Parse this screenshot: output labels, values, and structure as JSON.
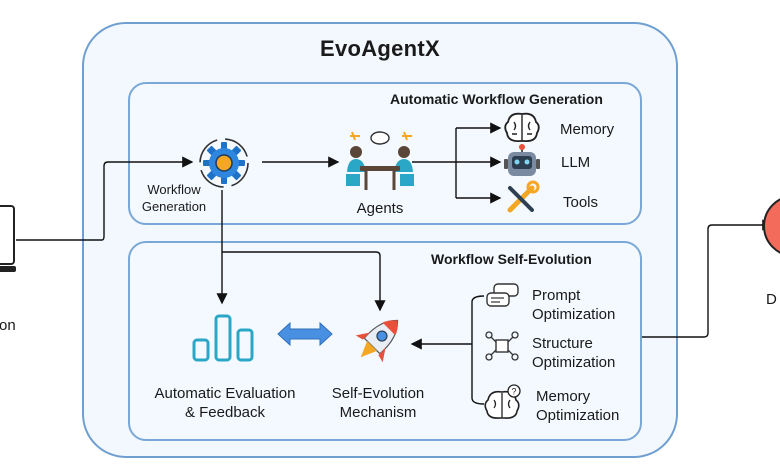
{
  "title": "EvoAgentX",
  "sections": {
    "generation": "Automatic Workflow Generation",
    "evolution": "Workflow Self-Evolution"
  },
  "left_partial": "on",
  "right_partial": "D",
  "nodes": {
    "workflow_generation": "Workflow Generation",
    "agents": "Agents",
    "memory": "Memory",
    "llm": "LLM",
    "tools": "Tools",
    "evaluation": "Automatic Evaluation & Feedback",
    "mechanism": "Self-Evolution Mechanism",
    "prompt_opt": "Prompt Optimization",
    "structure_opt": "Structure Optimization",
    "memory_opt": "Memory Optimization"
  },
  "colors": {
    "frame": "#6f9fd0",
    "accent_blue": "#2e86de",
    "chart_teal": "#2aa6c7",
    "gear_orange": "#f5a623",
    "rocket_red": "#e8503a"
  }
}
